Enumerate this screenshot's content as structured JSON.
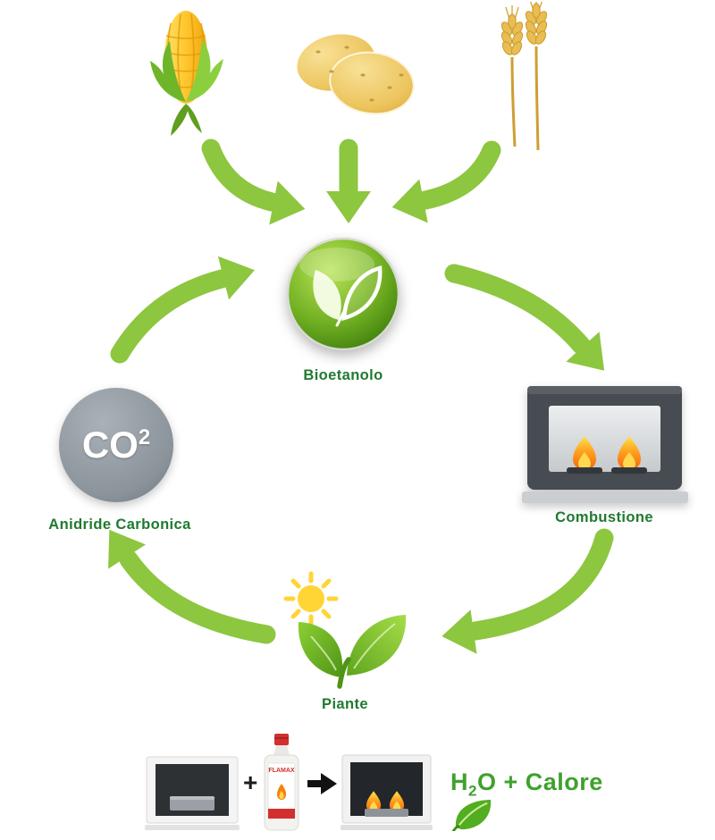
{
  "labels": {
    "bioethanol": "Bioetanolo",
    "co2": "Anidride Carbonica",
    "combustion": "Combustione",
    "plants": "Piante"
  },
  "co2_symbol": {
    "main": "CO",
    "sup": "2"
  },
  "equation": {
    "plus": "+",
    "result_h": "H",
    "result_sub": "2",
    "result_rest": "O + Calore"
  },
  "bottle": {
    "brand": "FLAMAX"
  },
  "icons": {
    "corn": "corn-icon",
    "potatoes": "potatoes-icon",
    "wheat": "wheat-icon",
    "bioethanol_circle": "bioethanol-leaf-circle-icon",
    "combustion": "fireplace-burning-icon",
    "plants": "plant-with-sun-icon",
    "fireplace_before": "fireplace-empty-icon",
    "fuel_bottle": "bioethanol-bottle-icon",
    "black_arrow": "black-right-arrow-icon",
    "fireplace_after": "fireplace-lit-icon",
    "leaf": "leaf-icon"
  },
  "colors": {
    "arrow_green": "#8dc63f",
    "label_green": "#1f7a2f",
    "co2_gray": "#8b939b",
    "result_green": "#3fa12e",
    "flame_orange": "#ffa21f"
  }
}
